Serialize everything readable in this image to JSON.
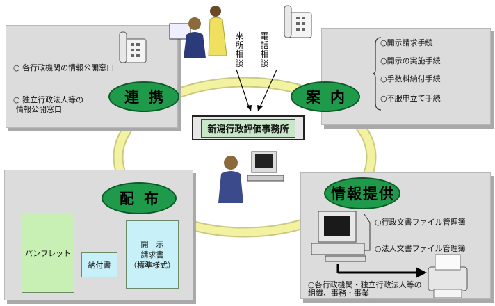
{
  "center": {
    "title": "新潟行政評価事務所"
  },
  "renkei": {
    "label": "連携",
    "items": [
      "○ 各行政機関の情報公開窓口",
      "○ 独立行政法人等の",
      "情報公開窓口"
    ]
  },
  "annai": {
    "label": "案内",
    "items": [
      "○開示請求手続",
      "○開示の実施手続",
      "○手数料納付手続",
      "○不服申立て手続"
    ]
  },
  "haifu": {
    "label": "配布",
    "pamphlet": "パンフレット",
    "nofusho": "納付書",
    "form_line1": "開　示",
    "form_line2": "請求書",
    "form_line3": "（標準様式）"
  },
  "joho": {
    "label": "情報提供",
    "item1": "○行政文書ファイル管理簿",
    "item2": "○法人文書ファイル管理簿",
    "item3": "○各行政機関・独立行政法人等の",
    "item4": "組織、事務・事業"
  },
  "consult": {
    "visit": "来所相談",
    "phone": "電話相談"
  },
  "colors": {
    "pill": "#1f9a4a",
    "ring": "#f2f2a0",
    "panel": "#dcdcdc",
    "doc_green": "#c8f0b4",
    "doc_cyan": "#c8f0f8"
  }
}
